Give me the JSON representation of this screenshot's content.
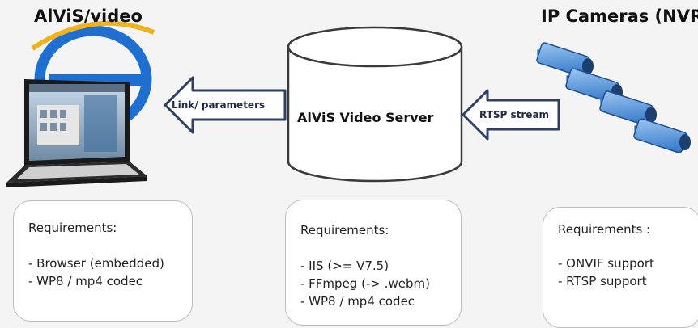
{
  "titles": {
    "left": "AlViS/video",
    "right": "IP Cameras (NVR)"
  },
  "server": {
    "label": "AlViS Video Server"
  },
  "arrows": {
    "link": "Link/ parameters",
    "rtsp": "RTSP stream"
  },
  "requirements": [
    {
      "heading": "Requirements:",
      "items": [
        "- Browser (embedded)",
        "- WP8 / mp4 codec"
      ]
    },
    {
      "heading": "Requirements:",
      "items": [
        "- IIS (>= V7.5)",
        "- FFmpeg (-> .webm)",
        "- WP8 / mp4 codec"
      ]
    },
    {
      "heading": "Requirements :",
      "items": [
        "- ONVIF support",
        "- RTSP support"
      ]
    }
  ],
  "colors": {
    "arrow_fill": "#ffffff",
    "arrow_stroke": "#2f3f63",
    "cylinder_stroke": "#3a3a3a",
    "ie_blue": "#1e6fd0",
    "camera_blue": "#4a8fd8"
  },
  "icons": {
    "laptop": "laptop-icon",
    "browser_logo": "internet-explorer-icon",
    "cameras": "ip-camera-icon",
    "server": "database-cylinder-icon"
  }
}
